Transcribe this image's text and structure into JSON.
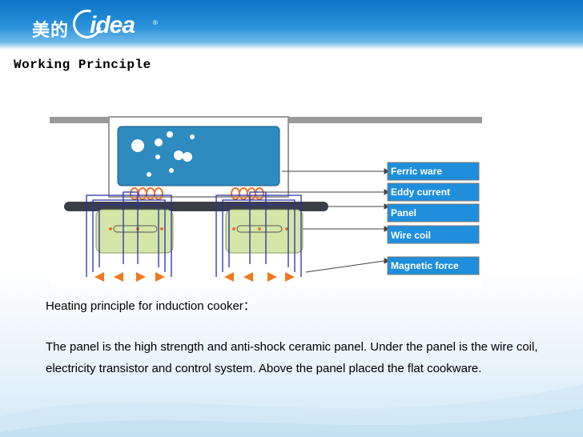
{
  "header": {
    "brand_cn": "美的",
    "brand_en": "idea",
    "trademark": "®"
  },
  "title": "Working Principle",
  "diagram": {
    "labels": [
      "Ferric ware",
      "Eddy current",
      "Panel",
      "Wire coil",
      "Magnetic force"
    ]
  },
  "caption": "Heating principle for induction cooker：",
  "body": "The panel is the high strength and anti-shock ceramic panel. Under the panel is the wire coil, electricity transistor and control system. Above the panel placed the flat cookware."
}
